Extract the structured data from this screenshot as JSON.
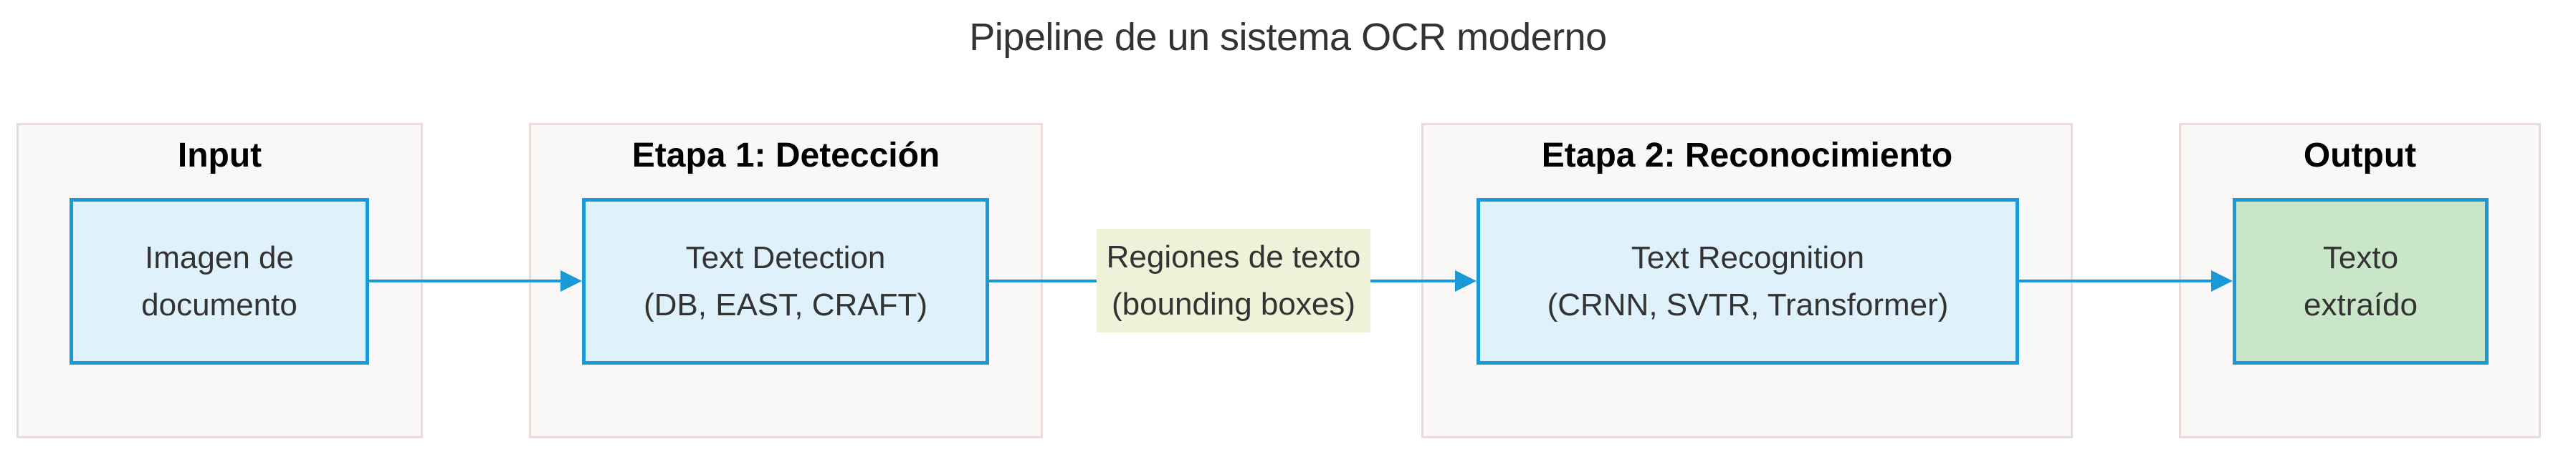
{
  "title": "Pipeline de un sistema OCR moderno",
  "clusters": [
    {
      "label": "Input"
    },
    {
      "label": "Etapa 1: Detección"
    },
    {
      "label": "Etapa 2: Reconocimiento"
    },
    {
      "label": "Output"
    }
  ],
  "nodes": [
    {
      "line1": "Imagen de",
      "line2": "documento"
    },
    {
      "line1": "Text Detection",
      "line2": "(DB, EAST, CRAFT)"
    },
    {
      "line1": "Text Recognition",
      "line2": "(CRNN, SVTR, Transformer)"
    },
    {
      "line1": "Texto",
      "line2": "extraído"
    }
  ],
  "edge_label": {
    "line1": "Regiones de texto",
    "line2": "(bounding boxes)"
  },
  "colors": {
    "node_fill": "#dff1fa",
    "node_border": "#1999d6",
    "output_fill": "#c9e6c9",
    "cluster_fill": "#faf8f7",
    "cluster_border": "#e8dcda",
    "edge": "#1999d6",
    "edge_label_bg": "#edf2d9",
    "node_text": "#333333",
    "cluster_label": "#000000",
    "title_text": "#333333"
  }
}
